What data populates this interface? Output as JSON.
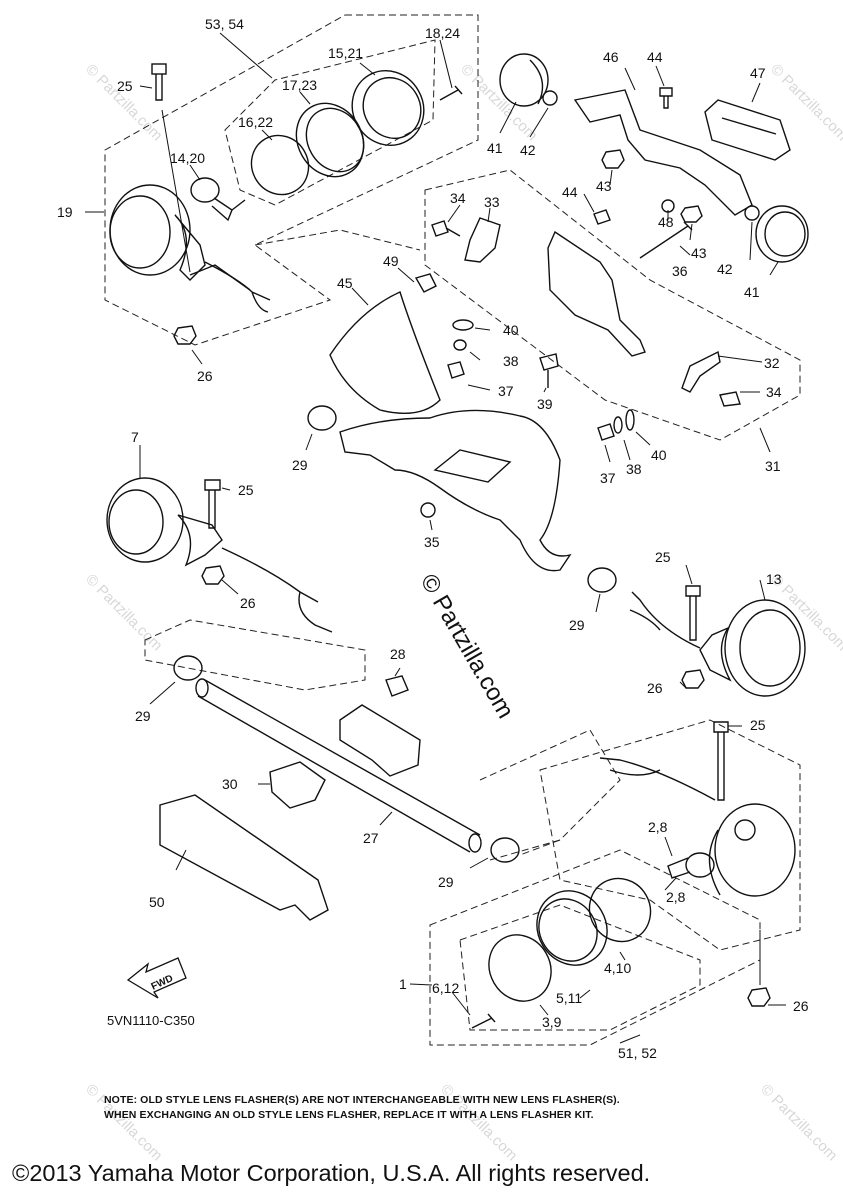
{
  "watermark": {
    "small": "© Partzilla.com",
    "main": "© Partzilla.com"
  },
  "callouts": [
    {
      "id": "53-54",
      "text": "53, 54"
    },
    {
      "id": "18-24",
      "text": "18,24"
    },
    {
      "id": "15-21",
      "text": "15,21"
    },
    {
      "id": "25-a",
      "text": "25"
    },
    {
      "id": "17-23",
      "text": "17,23"
    },
    {
      "id": "16-22",
      "text": "16,22"
    },
    {
      "id": "14-20",
      "text": "14,20"
    },
    {
      "id": "19",
      "text": "19"
    },
    {
      "id": "26-a",
      "text": "26"
    },
    {
      "id": "41-a",
      "text": "41"
    },
    {
      "id": "42-a",
      "text": "42"
    },
    {
      "id": "46",
      "text": "46"
    },
    {
      "id": "44-a",
      "text": "44"
    },
    {
      "id": "47",
      "text": "47"
    },
    {
      "id": "43-a",
      "text": "43"
    },
    {
      "id": "44-b",
      "text": "44"
    },
    {
      "id": "48",
      "text": "48"
    },
    {
      "id": "43-b",
      "text": "43"
    },
    {
      "id": "42-b",
      "text": "42"
    },
    {
      "id": "36",
      "text": "36"
    },
    {
      "id": "41-b",
      "text": "41"
    },
    {
      "id": "34-a",
      "text": "34"
    },
    {
      "id": "33",
      "text": "33"
    },
    {
      "id": "49",
      "text": "49"
    },
    {
      "id": "45",
      "text": "45"
    },
    {
      "id": "40-a",
      "text": "40"
    },
    {
      "id": "38-a",
      "text": "38"
    },
    {
      "id": "37-a",
      "text": "37"
    },
    {
      "id": "39",
      "text": "39"
    },
    {
      "id": "32",
      "text": "32"
    },
    {
      "id": "34-b",
      "text": "34"
    },
    {
      "id": "40-b",
      "text": "40"
    },
    {
      "id": "38-b",
      "text": "38"
    },
    {
      "id": "37-b",
      "text": "37"
    },
    {
      "id": "31",
      "text": "31"
    },
    {
      "id": "7",
      "text": "7"
    },
    {
      "id": "25-b",
      "text": "25"
    },
    {
      "id": "29-a",
      "text": "29"
    },
    {
      "id": "35",
      "text": "35"
    },
    {
      "id": "26-b",
      "text": "26"
    },
    {
      "id": "25-c",
      "text": "25"
    },
    {
      "id": "13",
      "text": "13"
    },
    {
      "id": "29-b",
      "text": "29"
    },
    {
      "id": "26-c",
      "text": "26"
    },
    {
      "id": "28",
      "text": "28"
    },
    {
      "id": "29-c",
      "text": "29"
    },
    {
      "id": "30",
      "text": "30"
    },
    {
      "id": "25-d",
      "text": "25"
    },
    {
      "id": "27",
      "text": "27"
    },
    {
      "id": "2-8-a",
      "text": "2,8"
    },
    {
      "id": "29-d",
      "text": "29"
    },
    {
      "id": "50",
      "text": "50"
    },
    {
      "id": "2-8-b",
      "text": "2,8"
    },
    {
      "id": "4-10",
      "text": "4,10"
    },
    {
      "id": "1",
      "text": "1"
    },
    {
      "id": "6-12",
      "text": "6,12"
    },
    {
      "id": "5-11",
      "text": "5,11"
    },
    {
      "id": "26-d",
      "text": "26"
    },
    {
      "id": "3-9",
      "text": "3,9"
    },
    {
      "id": "51-52",
      "text": "51, 52"
    }
  ],
  "fwd_label": "FWD",
  "diagram_code": "5VN1110-C350",
  "note_lines": [
    "NOTE: OLD STYLE LENS FLASHER(S) ARE NOT INTERCHANGEABLE WITH NEW LENS FLASHER(S).",
    "WHEN EXCHANGING AN OLD  STYLE  LENS FLASHER, REPLACE IT WITH A LENS FLASHER KIT."
  ],
  "copyright": "©2013 Yamaha Motor Corporation, U.S.A. All rights reserved."
}
